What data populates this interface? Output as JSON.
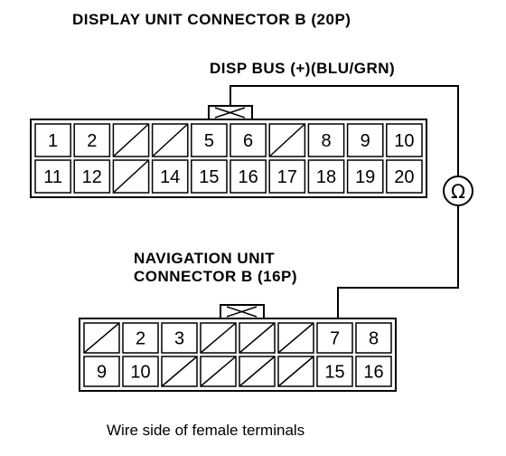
{
  "display_connector": {
    "title": "DISPLAY UNIT CONNECTOR B (20P)",
    "row1": [
      "1",
      "2",
      "",
      "",
      "5",
      "6",
      "",
      "8",
      "9",
      "10"
    ],
    "row2": [
      "11",
      "12",
      "",
      "14",
      "15",
      "16",
      "17",
      "18",
      "19",
      "20"
    ]
  },
  "wire_label": "DISP BUS (+)(BLU/GRN)",
  "meter_symbol": "Ω",
  "nav_connector": {
    "title_line1": "NAVIGATION UNIT",
    "title_line2": "CONNECTOR B (16P)",
    "row1": [
      "",
      "2",
      "3",
      "",
      "",
      "",
      "7",
      "8"
    ],
    "row2": [
      "9",
      "10",
      "",
      "",
      "",
      "",
      "15",
      "16"
    ]
  },
  "footer": "Wire side of female terminals"
}
